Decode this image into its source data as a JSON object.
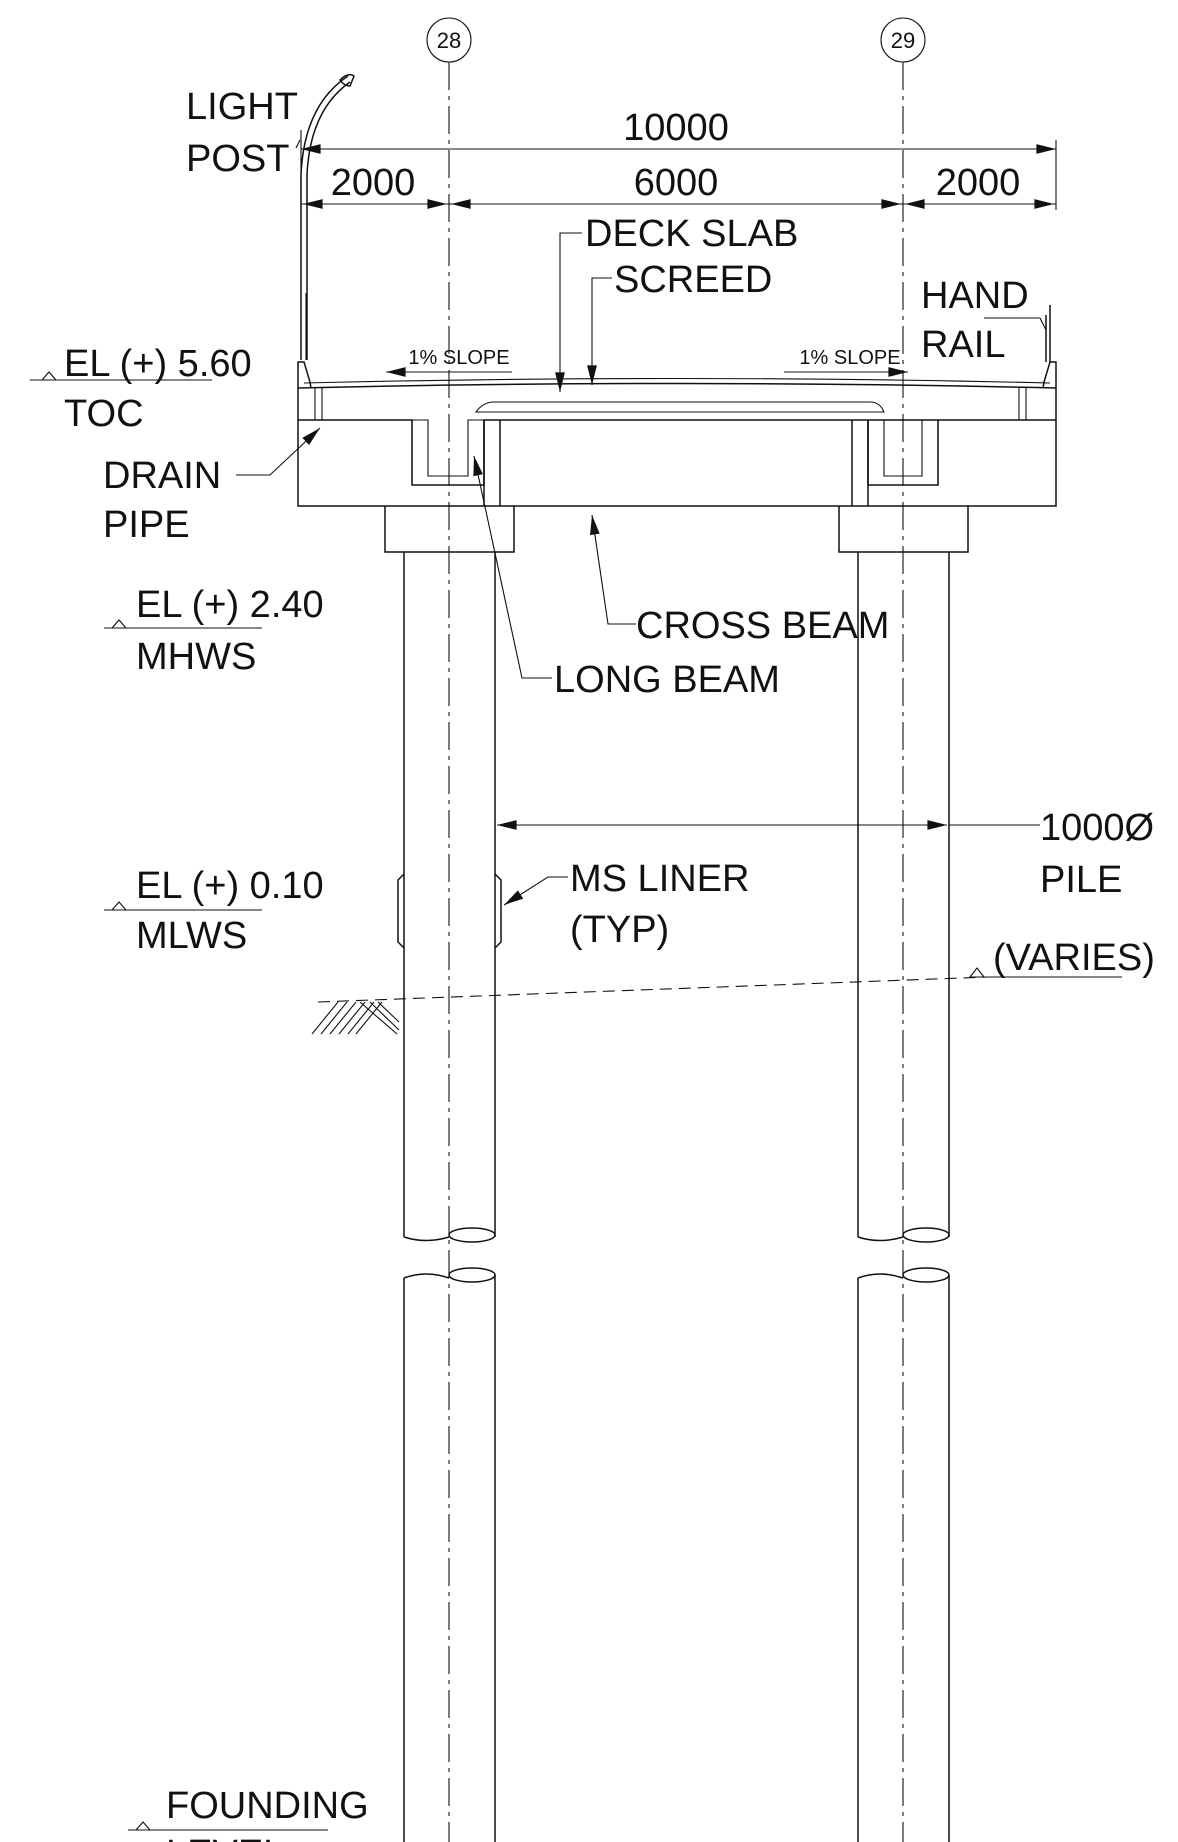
{
  "grid": {
    "left": "28",
    "right": "29"
  },
  "dimensions": {
    "overall": "10000",
    "left": "2000",
    "center": "6000",
    "right": "2000"
  },
  "labels": {
    "light_post": [
      "LIGHT",
      "POST"
    ],
    "deck_slab": "DECK SLAB",
    "screed": "SCREED",
    "hand_rail": [
      "HAND",
      "RAIL"
    ],
    "slope": "1% SLOPE",
    "drain_pipe": [
      "DRAIN",
      "PIPE"
    ],
    "cross_beam": "CROSS BEAM",
    "long_beam": "LONG BEAM",
    "pile": [
      "1000Ø",
      "PILE"
    ],
    "ms_liner": [
      "MS LINER",
      "(TYP)"
    ],
    "varies": "(VARIES)"
  },
  "levels": {
    "toc": {
      "value": "EL (+) 5.60",
      "name": "TOC"
    },
    "mhws": {
      "value": "EL (+) 2.40",
      "name": "MHWS"
    },
    "mlws": {
      "value": "EL (+) 0.10",
      "name": "MLWS"
    },
    "founding": {
      "value": "FOUNDING",
      "name": "LEVEL"
    }
  },
  "colors": {
    "line": "#111111",
    "background": "#ffffff"
  }
}
